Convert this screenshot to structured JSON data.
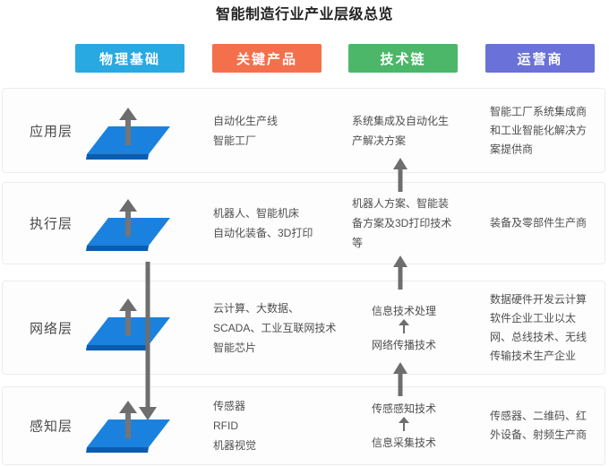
{
  "title": "智能制造行业产业层级总览",
  "colors": {
    "header_physical": "#29a9e1",
    "header_products": "#f4704c",
    "header_tech": "#4cb768",
    "header_operators": "#6a71d8",
    "platform_top": "#1a82de",
    "platform_edge": "#0c5cae",
    "arrow": "#6e6e6e",
    "row_border": "#ececec"
  },
  "headers": [
    {
      "label": "物理基础",
      "color": "#29a9e1"
    },
    {
      "label": "关键产品",
      "color": "#f4704c"
    },
    {
      "label": "技术链",
      "color": "#4cb768"
    },
    {
      "label": "运营商",
      "color": "#6a71d8"
    }
  ],
  "rows": [
    {
      "layer": "应用层",
      "products": "自动化生产线\n智能工厂",
      "tech": "系统集成及自动化生\n产解决方案",
      "operators": "智能工厂系统集成商\n和工业智能化解决方\n案提供商"
    },
    {
      "layer": "执行层",
      "products": "机器人、智能机床\n自动化装备、3D打印",
      "tech": "机器人方案、智能装\n备方案及3D打印技术\n等",
      "operators": "装备及零部件生产商"
    },
    {
      "layer": "网络层",
      "products": "云计算、大数据、\nSCADA、工业互联网技术\n智能芯片",
      "tech_top": "信息技术处理",
      "tech_bottom": "网络传播技术",
      "operators": "数据硬件开发云计算\n软件企业工业以太\n网、总线技术、无线\n传输技术生产企业"
    },
    {
      "layer": "感知层",
      "products": "传感器\nRFID\n机器视觉",
      "tech_top": "传感感知技术",
      "tech_bottom": "信息采集技术",
      "operators": "传感器、二维码、红\n外设备、射频生产商"
    }
  ]
}
